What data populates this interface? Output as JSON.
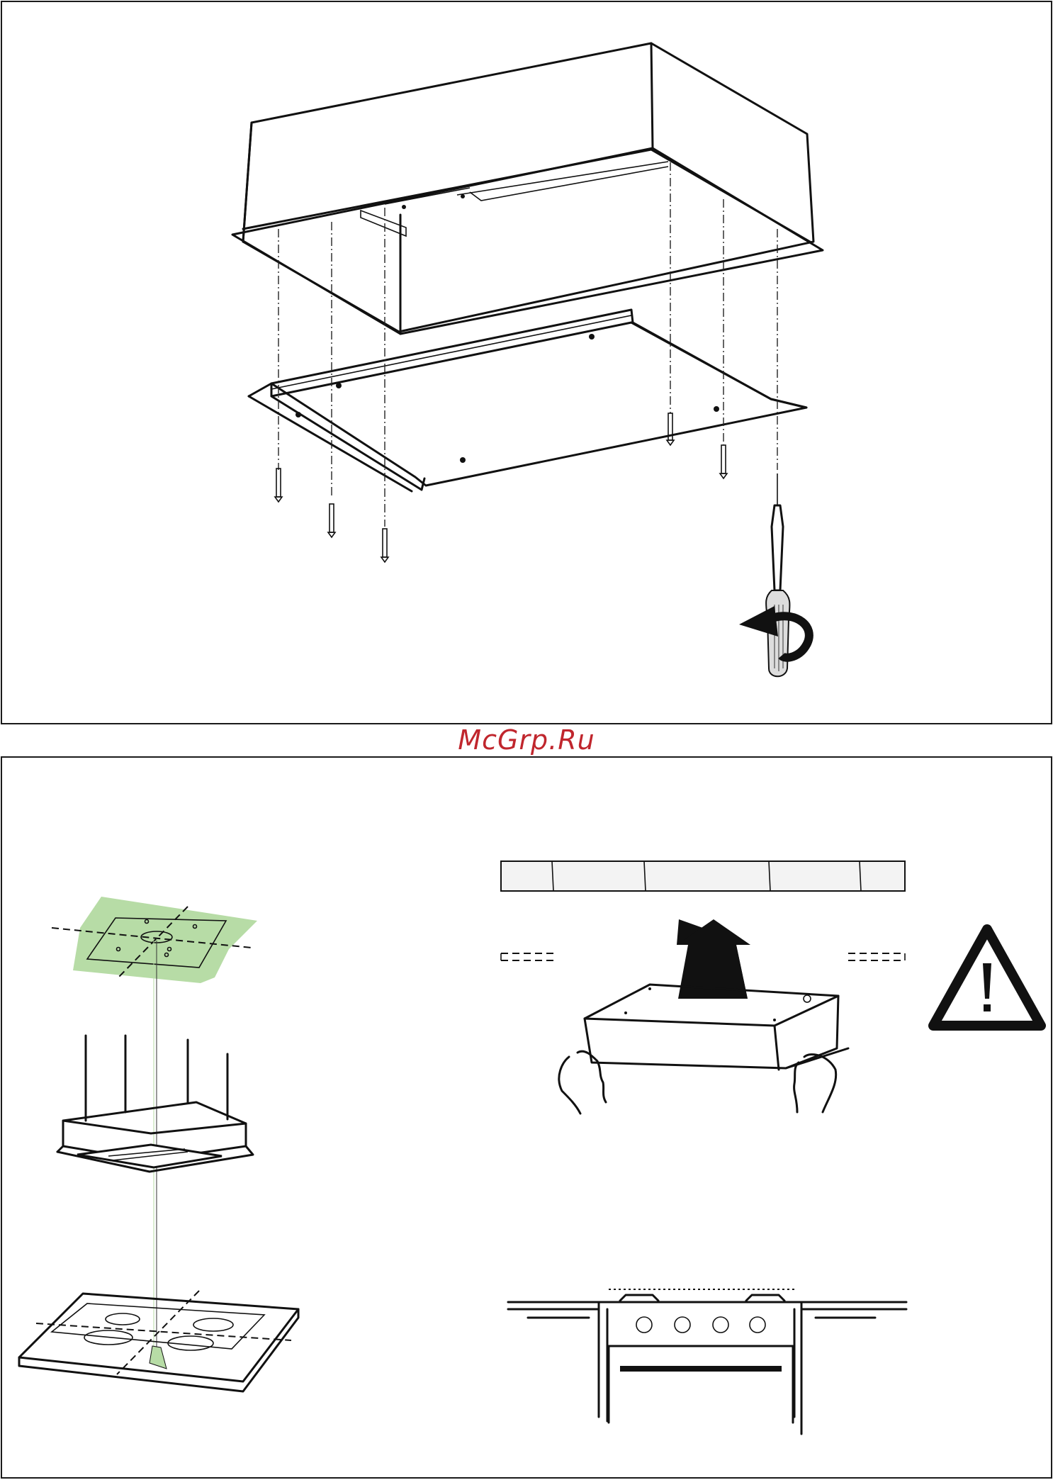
{
  "watermark": {
    "text": "McGrp.Ru",
    "color": "#c0262d"
  },
  "colors": {
    "line": "#111111",
    "marking": "#b7dca6",
    "panel_border": "#1a1a1a"
  },
  "icons": {
    "top_panel": [
      "hood-box",
      "mounting-frame",
      "screw",
      "screwdriver",
      "rotate-arrow"
    ],
    "bottom_panel": [
      "ceiling-template",
      "ceiling-hood",
      "cooktop",
      "lift-arrow",
      "warning-icon",
      "hands",
      "oven-cabinet"
    ]
  }
}
